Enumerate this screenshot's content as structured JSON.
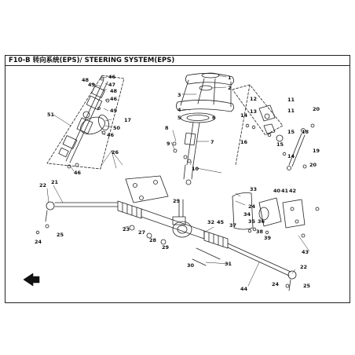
{
  "header": {
    "title": "F10-B 转向系统(EPS)/ STEERING SYSTEM(EPS)"
  },
  "callouts": [
    {
      "id": "c-1",
      "label": "1"
    },
    {
      "id": "c-2",
      "label": "2"
    },
    {
      "id": "c-3",
      "label": "3"
    },
    {
      "id": "c-4",
      "label": "4"
    },
    {
      "id": "c-5",
      "label": "5"
    },
    {
      "id": "c-6",
      "label": "6"
    },
    {
      "id": "c-7",
      "label": "7"
    },
    {
      "id": "c-8",
      "label": "8"
    },
    {
      "id": "c-9",
      "label": "9"
    },
    {
      "id": "c-10",
      "label": "10"
    },
    {
      "id": "c-11a",
      "label": "11"
    },
    {
      "id": "c-11b",
      "label": "11"
    },
    {
      "id": "c-12",
      "label": "12"
    },
    {
      "id": "c-13",
      "label": "13"
    },
    {
      "id": "c-14a",
      "label": "14"
    },
    {
      "id": "c-14b",
      "label": "14"
    },
    {
      "id": "c-15a",
      "label": "15"
    },
    {
      "id": "c-15b",
      "label": "15"
    },
    {
      "id": "c-16",
      "label": "16"
    },
    {
      "id": "c-17",
      "label": "17"
    },
    {
      "id": "c-18",
      "label": "18"
    },
    {
      "id": "c-19",
      "label": "19"
    },
    {
      "id": "c-20a",
      "label": "20"
    },
    {
      "id": "c-20b",
      "label": "20"
    },
    {
      "id": "c-21",
      "label": "21"
    },
    {
      "id": "c-22a",
      "label": "22"
    },
    {
      "id": "c-22b",
      "label": "22"
    },
    {
      "id": "c-23",
      "label": "23"
    },
    {
      "id": "c-24a",
      "label": "24"
    },
    {
      "id": "c-24b",
      "label": "24"
    },
    {
      "id": "c-24c",
      "label": "24"
    },
    {
      "id": "c-25a",
      "label": "25"
    },
    {
      "id": "c-25b",
      "label": "25"
    },
    {
      "id": "c-26",
      "label": "26"
    },
    {
      "id": "c-27",
      "label": "27"
    },
    {
      "id": "c-28",
      "label": "28"
    },
    {
      "id": "c-29a",
      "label": "29"
    },
    {
      "id": "c-29b",
      "label": "29"
    },
    {
      "id": "c-30",
      "label": "30"
    },
    {
      "id": "c-31",
      "label": "31"
    },
    {
      "id": "c-32",
      "label": "32"
    },
    {
      "id": "c-33",
      "label": "33"
    },
    {
      "id": "c-34",
      "label": "34"
    },
    {
      "id": "c-35",
      "label": "35"
    },
    {
      "id": "c-36",
      "label": "36"
    },
    {
      "id": "c-37",
      "label": "37"
    },
    {
      "id": "c-38",
      "label": "38"
    },
    {
      "id": "c-39",
      "label": "39"
    },
    {
      "id": "c-40",
      "label": "40"
    },
    {
      "id": "c-41",
      "label": "41"
    },
    {
      "id": "c-42",
      "label": "42"
    },
    {
      "id": "c-43",
      "label": "43"
    },
    {
      "id": "c-44",
      "label": "44"
    },
    {
      "id": "c-45",
      "label": "45"
    },
    {
      "id": "c-46a",
      "label": "46"
    },
    {
      "id": "c-46b",
      "label": "46"
    },
    {
      "id": "c-46c",
      "label": "46"
    },
    {
      "id": "c-46d",
      "label": "46"
    },
    {
      "id": "c-47",
      "label": "47"
    },
    {
      "id": "c-48a",
      "label": "48"
    },
    {
      "id": "c-48b",
      "label": "48"
    },
    {
      "id": "c-49a",
      "label": "49"
    },
    {
      "id": "c-49b",
      "label": "49"
    },
    {
      "id": "c-50",
      "label": "50"
    },
    {
      "id": "c-51",
      "label": "51"
    }
  ],
  "colors": {
    "line": "#222222",
    "text": "#111111",
    "background": "#ffffff"
  },
  "icons": {
    "front_arrow": "front-arrow-icon"
  }
}
